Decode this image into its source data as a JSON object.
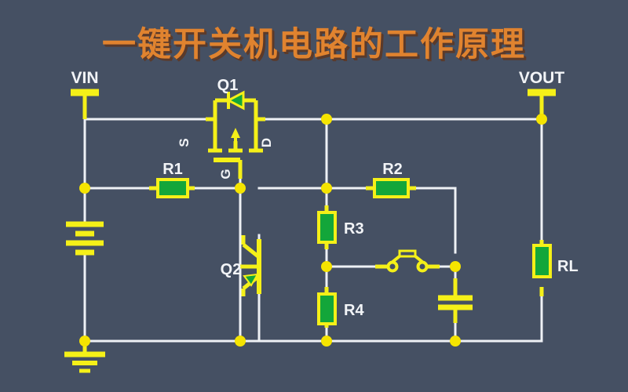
{
  "page": {
    "title": "一键开关机电路的工作原理",
    "title_color": "#e0832f",
    "title_shadow_color": "#5b3a2a",
    "background_color": "#455063",
    "wire_color": "#eef1f5",
    "component_outline_color": "#f5f018",
    "component_fill_color": "#13a63a",
    "node_color": "#f5e400",
    "label_color": "#f2f4f7"
  },
  "labels": {
    "vin": "VIN",
    "vout": "VOUT",
    "q1": "Q1",
    "q2": "Q2",
    "r1": "R1",
    "r2": "R2",
    "r3": "R3",
    "r4": "R4",
    "rl": "RL",
    "mosfet_source": "S",
    "mosfet_gate": "G",
    "mosfet_drain": "D"
  },
  "components": [
    {
      "id": "q1",
      "type": "p-channel-mosfet",
      "label": "Q1",
      "pins": [
        "S",
        "G",
        "D"
      ]
    },
    {
      "id": "q2",
      "type": "npn-bjt",
      "label": "Q2"
    },
    {
      "id": "r1",
      "type": "resistor",
      "label": "R1",
      "orientation": "horizontal"
    },
    {
      "id": "r2",
      "type": "resistor",
      "label": "R2",
      "orientation": "horizontal"
    },
    {
      "id": "r3",
      "type": "resistor",
      "label": "R3",
      "orientation": "vertical"
    },
    {
      "id": "r4",
      "type": "resistor",
      "label": "R4",
      "orientation": "vertical"
    },
    {
      "id": "rl",
      "type": "resistor",
      "label": "RL",
      "orientation": "vertical"
    },
    {
      "id": "bat1",
      "type": "battery",
      "label": ""
    },
    {
      "id": "c1",
      "type": "capacitor",
      "label": ""
    },
    {
      "id": "sw1",
      "type": "push-button-switch",
      "label": ""
    },
    {
      "id": "gnd1",
      "type": "ground",
      "label": ""
    },
    {
      "id": "gnd2",
      "type": "ground",
      "label": ""
    },
    {
      "id": "vin_terminal",
      "type": "terminal",
      "label": "VIN"
    },
    {
      "id": "vout_terminal",
      "type": "terminal",
      "label": "VOUT"
    }
  ]
}
